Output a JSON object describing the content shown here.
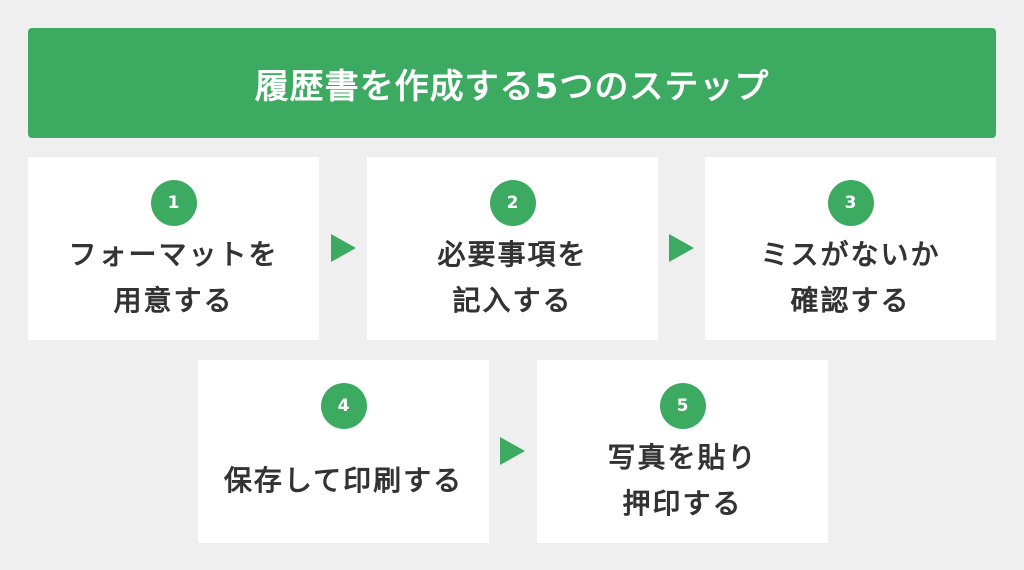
{
  "header": {
    "title": "履歴書を作成する5つのステップ"
  },
  "steps": [
    {
      "number": "1",
      "lines": [
        "フォーマットを",
        "用意する"
      ]
    },
    {
      "number": "2",
      "lines": [
        "必要事項を",
        "記入する"
      ]
    },
    {
      "number": "3",
      "lines": [
        "ミスがないか",
        "確認する"
      ]
    },
    {
      "number": "4",
      "lines": [
        "保存して印刷する"
      ]
    },
    {
      "number": "5",
      "lines": [
        "写真を貼り",
        "押印する"
      ]
    }
  ],
  "colors": {
    "accent": "#3daa62",
    "background": "#efefef",
    "card": "#ffffff",
    "text": "#333333"
  }
}
